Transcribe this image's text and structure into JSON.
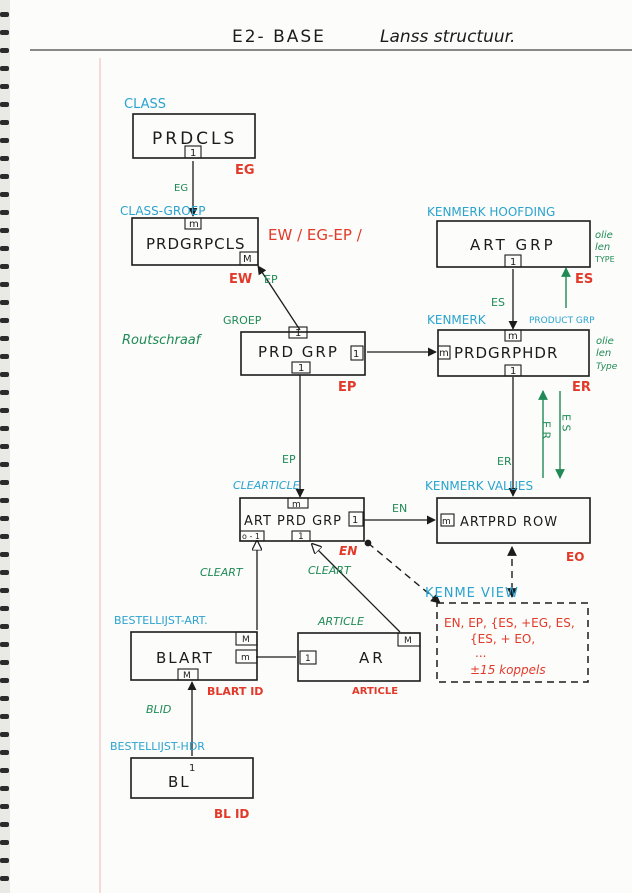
{
  "header": {
    "title": "E2- BASE",
    "subtitle": "Lanss structuur."
  },
  "nodes": {
    "prdcls": {
      "label": "PRDCLS",
      "caption": "CLASS",
      "key": "EG",
      "port": "1"
    },
    "prdgrpcls": {
      "label": "PRDGRPCLS",
      "caption": "CLASS-GROEP",
      "keys": "EW / EG-EP /",
      "key": "EW",
      "port_top": "m",
      "port_right": "M"
    },
    "prdgrp": {
      "label": "PRD GRP",
      "caption": "GROEP",
      "key": "EP",
      "note": "Routschraaf",
      "port_top": "1",
      "port_right": "1",
      "port_bottom": "1"
    },
    "artgrp": {
      "label": "ART GRP",
      "caption": "KENMERK HOOFDING",
      "key": "ES",
      "port": "1",
      "side_note": [
        "olie",
        "len",
        "TYPE"
      ]
    },
    "prdgrphdr": {
      "label": "PRDGRPHDR",
      "caption_left": "KENMERK",
      "caption_right": "PRODUCT GRP",
      "key": "ER",
      "port_left": "m",
      "port_top": "m",
      "port_bottom": "1",
      "side_note": [
        "olie",
        "len",
        "Type"
      ]
    },
    "artprdgrp": {
      "label": "ART PRD GRP",
      "caption": "CLEARTICLE",
      "port_top": "m",
      "port_right": "1",
      "port_bottom": "1",
      "port_left": "o - 1",
      "key": "EN"
    },
    "artprdrow": {
      "label": "ARTPRD ROW",
      "caption": "KENMERK VALUES",
      "key": "EO",
      "port": "m"
    },
    "kenmerkview": {
      "caption": "KENME VIEW",
      "lines": [
        "EN, EP, {ES, +EG, ES,",
        "{ES, + EO,",
        "...",
        "±15 koppels"
      ]
    },
    "blart": {
      "label": "BLART",
      "caption": "BESTELLIJST-ART.",
      "key": "BLART ID",
      "port_top": "M",
      "port_right": "m",
      "port_bottom": "M"
    },
    "ar": {
      "label": "AR",
      "caption": "ARTICLE",
      "key": "ARTICLE",
      "port_left": "1",
      "port_corner": "M"
    },
    "bl": {
      "label": "BL",
      "caption": "BESTELLIJST-HDR",
      "key": "BL ID",
      "port": "1"
    }
  },
  "edges": {
    "eg": "EG",
    "ep_class": "EP",
    "ew": "EW",
    "es": "ES",
    "ep": "EP",
    "er": "ER",
    "en": "EN",
    "e_r": "E R",
    "e_s": "E S",
    "cleart1": "CLEART",
    "cleart2": "CLEART",
    "blid": "BLID"
  }
}
